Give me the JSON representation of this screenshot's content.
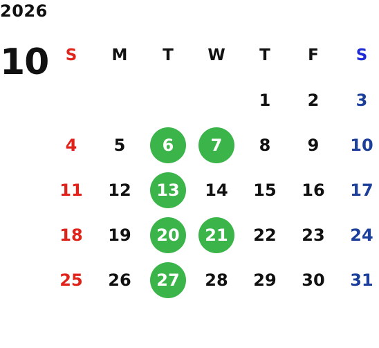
{
  "year": "2026",
  "month": "10",
  "colors": {
    "sunday": "#e0241b",
    "saturday": "#1b3f9a",
    "highlight": "#3bb54a",
    "text": "#111111"
  },
  "weekdays": [
    "S",
    "M",
    "T",
    "W",
    "T",
    "F",
    "S"
  ],
  "weeks": [
    [
      "",
      "",
      "",
      "",
      "1",
      "2",
      "3"
    ],
    [
      "4",
      "5",
      "6",
      "7",
      "8",
      "9",
      "10"
    ],
    [
      "11",
      "12",
      "13",
      "14",
      "15",
      "16",
      "17"
    ],
    [
      "18",
      "19",
      "20",
      "21",
      "22",
      "23",
      "24"
    ],
    [
      "25",
      "26",
      "27",
      "28",
      "29",
      "30",
      "31"
    ]
  ],
  "highlighted_days": [
    "6",
    "7",
    "13",
    "20",
    "21",
    "27"
  ]
}
